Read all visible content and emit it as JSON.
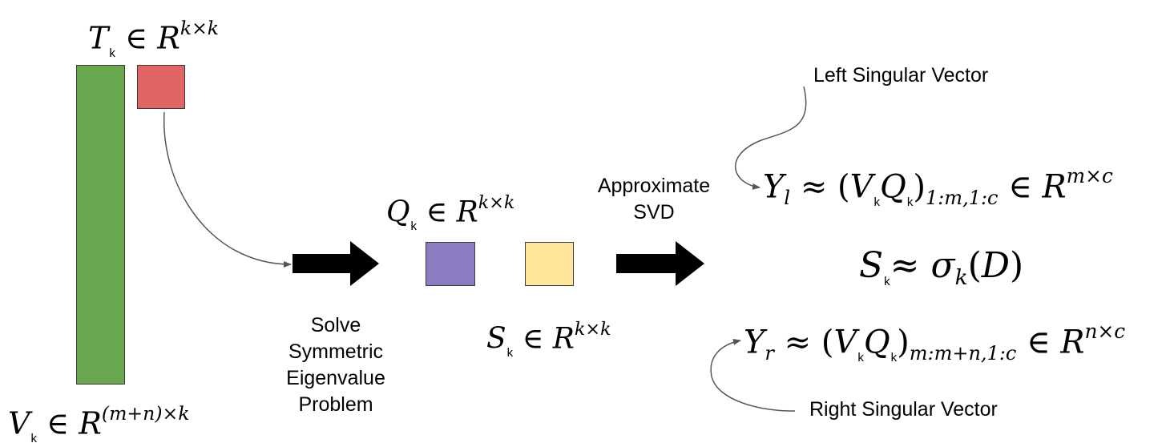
{
  "colors": {
    "v_matrix": "#6aa84f",
    "t_matrix": "#e06666",
    "q_matrix": "#8e7cc3",
    "s_matrix": "#ffe599"
  },
  "matrices": {
    "t": {
      "sym": "T",
      "sub": "k",
      "in": "∈",
      "space": "R",
      "sup": "k×k"
    },
    "v": {
      "sym": "V",
      "sub": "k",
      "in": "∈",
      "space": "R",
      "sup": "(m+n)×k"
    },
    "q": {
      "sym": "Q",
      "sub": "k",
      "in": "∈",
      "space": "R",
      "sup": "k×k"
    },
    "s": {
      "sym": "S",
      "sub": "k",
      "in": "∈",
      "space": "R",
      "sup": "k×k"
    }
  },
  "labels": {
    "solve": [
      "Solve",
      "Symmetric",
      "Eigenvalue",
      "Problem"
    ],
    "approx": [
      "Approximate",
      "SVD"
    ],
    "left_vector": "Left Singular Vector",
    "right_vector": "Right Singular Vector"
  },
  "equations": {
    "yl": {
      "lhs": "Y",
      "lhs_sub": "l",
      "approx": "≈",
      "open": "(",
      "v": "V",
      "v_sub": "k",
      "q": "Q",
      "q_sub": "k",
      "close": ")",
      "index": "1:m,1:c",
      "in": "∈",
      "space": "R",
      "sup": "m×c"
    },
    "sk": {
      "lhs": "S",
      "lhs_sub": "k",
      "approx": "≈",
      "sigma": "σ",
      "sigma_sub": "k",
      "open": "(",
      "arg": "D",
      "close": ")"
    },
    "yr": {
      "lhs": "Y",
      "lhs_sub": "r",
      "approx": "≈",
      "open": "(",
      "v": "V",
      "v_sub": "k",
      "q": "Q",
      "q_sub": "k",
      "close": ")",
      "index": "m:m+n,1:c",
      "in": "∈",
      "space": "R",
      "sup": "n×c"
    }
  }
}
